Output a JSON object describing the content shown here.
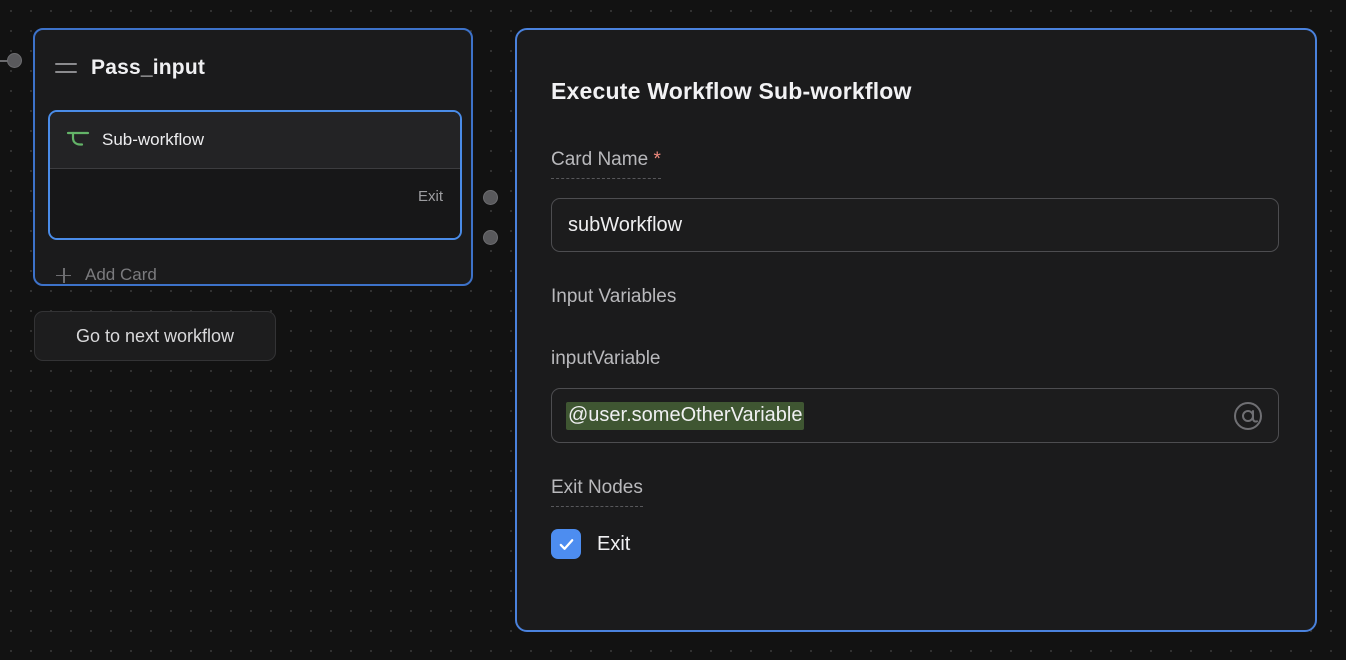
{
  "canvas": {
    "background_color": "#121212",
    "grid_dot_color": "#313131"
  },
  "node": {
    "title": "Pass_input",
    "menu_icon": "hamburger-icon",
    "border_color": "#3d72c9",
    "card": {
      "icon": "sub-workflow-icon",
      "label": "Sub-workflow",
      "exit_label": "Exit",
      "selected_border_color": "#4a8ce8"
    },
    "add_card": {
      "icon": "plus-icon",
      "label": "Add Card"
    }
  },
  "next_workflow_button": {
    "label": "Go to next workflow"
  },
  "ports": {
    "input_port": "input-connector-port",
    "output_port_1": "output-connector-port-1",
    "output_port_2": "output-connector-port-2"
  },
  "panel": {
    "title": "Execute Workflow Sub-workflow",
    "border_color": "#4a82dd",
    "fields": {
      "card_name": {
        "label": "Card Name",
        "required_marker": "*",
        "required_color": "#f08a7e",
        "value": "subWorkflow"
      },
      "input_variables": {
        "section_label": "Input Variables",
        "variable_name": "inputVariable",
        "variable_value": "@user.someOtherVariable",
        "token_background": "#3f5632",
        "trailing_icon": "at-icon"
      },
      "exit_nodes": {
        "label": "Exit Nodes",
        "options": [
          {
            "label": "Exit",
            "checked": true
          }
        ],
        "checkbox_color": "#4d8df0"
      }
    }
  }
}
